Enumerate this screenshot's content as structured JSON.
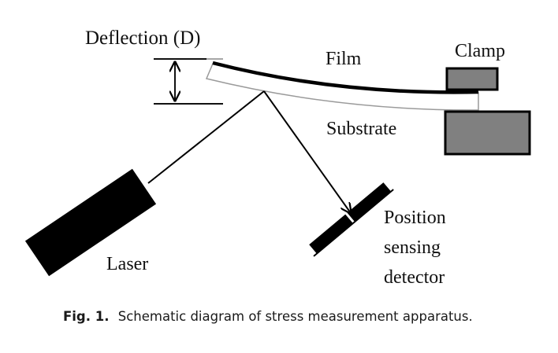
{
  "figure": {
    "labels": {
      "deflection": "Deflection (D)",
      "film": "Film",
      "clamp": "Clamp",
      "substrate": "Substrate",
      "laser": "Laser",
      "detector_line1": "Position",
      "detector_line2": "sensing",
      "detector_line3": "detector"
    },
    "caption": {
      "prefix": "Fig. 1.",
      "text": "Schematic diagram of stress measurement apparatus."
    },
    "colors": {
      "ink": "#000000",
      "clamp_fill": "#808080",
      "substrate_outline": "#9a9a9a",
      "background": "#ffffff"
    }
  }
}
